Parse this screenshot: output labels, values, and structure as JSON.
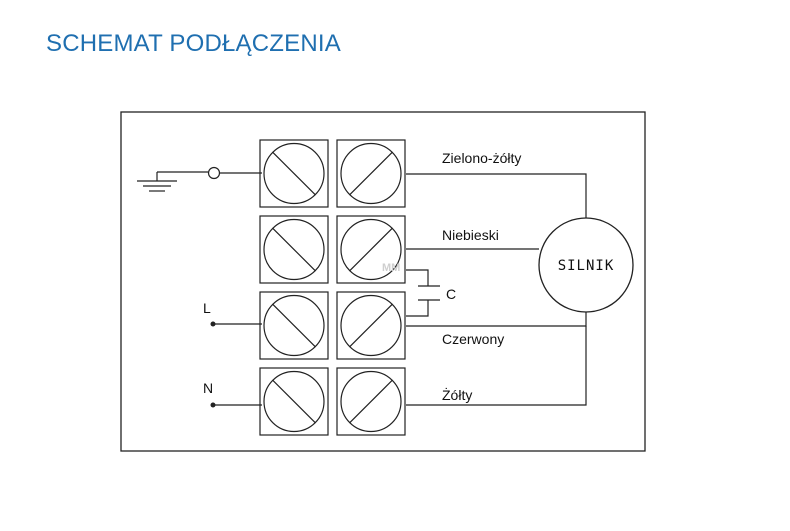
{
  "title": "SCHEMAT PODŁĄCZENIA",
  "wires": {
    "green_yellow": "Zielono-żółty",
    "blue": "Niebieski",
    "red": "Czerwony",
    "yellow": "Żółty"
  },
  "terminals": {
    "line": "L",
    "neutral": "N"
  },
  "capacitor": "C",
  "motor": "SILNIK",
  "watermark": "MM"
}
